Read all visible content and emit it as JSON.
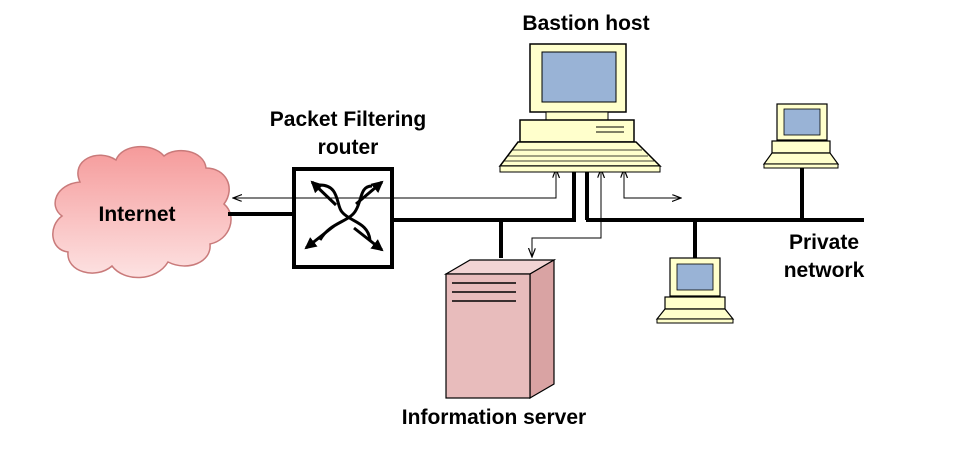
{
  "labels": {
    "internet": "Internet",
    "router_line1": "Packet Filtering",
    "router_line2": "router",
    "bastion_host": "Bastion host",
    "private_line1": "Private",
    "private_line2": "network",
    "information_server": "Information server"
  },
  "colors": {
    "cloud_fill": "#f7b2b2",
    "server_fill": "#e8bcbc",
    "computer_body": "#ffffcc",
    "screen": "#99b3d6",
    "line": "#000000"
  },
  "icons": {
    "cloud": "internet-cloud-icon",
    "router": "packet-filtering-router-icon",
    "bastion": "desktop-computer-icon",
    "workstation": "desktop-computer-icon",
    "server": "tower-server-icon"
  }
}
